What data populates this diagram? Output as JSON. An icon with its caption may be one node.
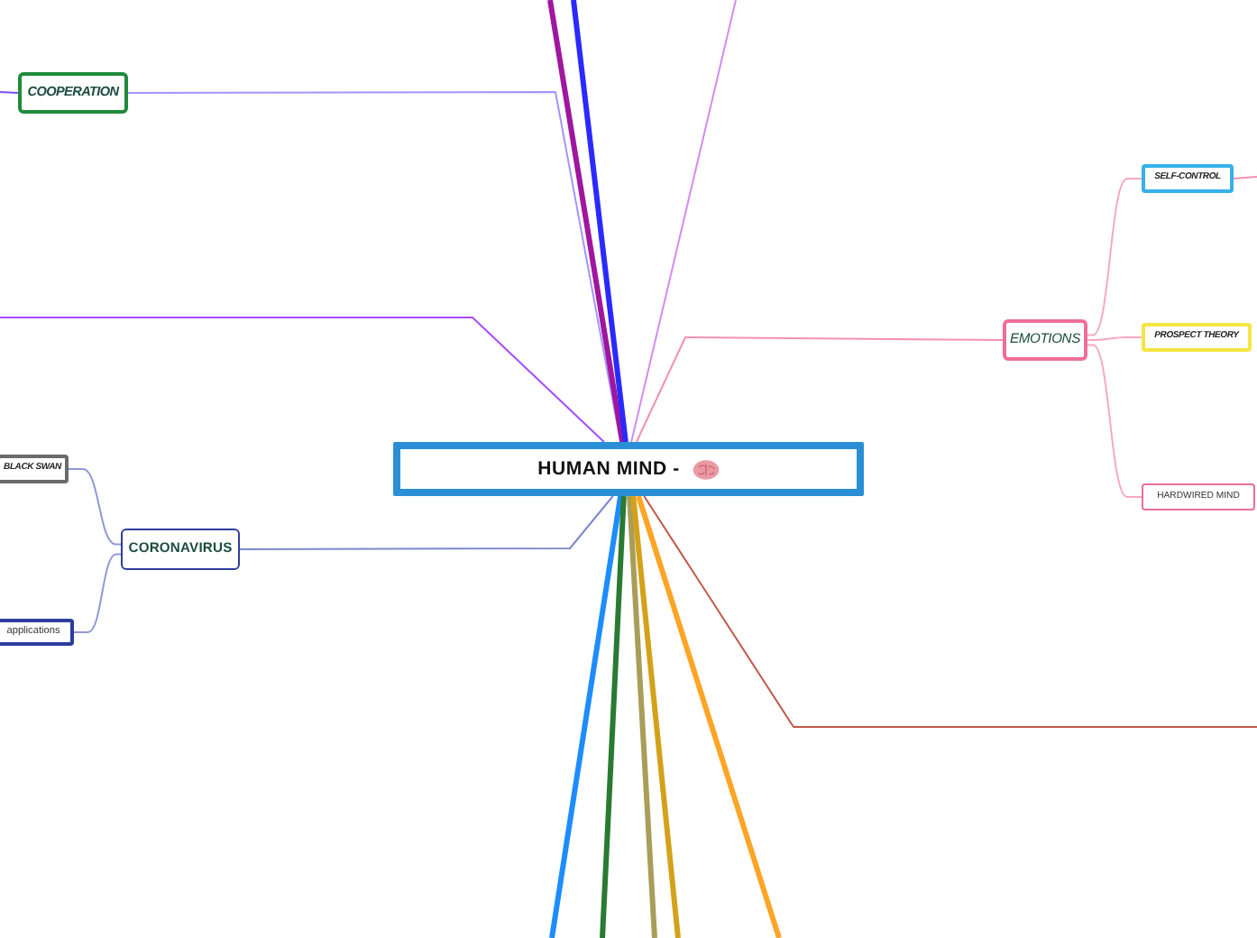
{
  "diagram": {
    "nodes": [
      {
        "text": [
          "HUMAN MIND -"
        ]
      },
      {
        "text": [
          "COOPERATION"
        ]
      },
      {
        "text": [
          "CORONAVIRUS"
        ]
      },
      {
        "text": [
          "BLACK SWAN"
        ]
      },
      {
        "text": [
          "applications"
        ]
      },
      {
        "text": [
          "EMOTIONS"
        ]
      },
      {
        "text": [
          "SELF-CONTROL"
        ]
      },
      {
        "text": [
          "PROSPECT THEORY"
        ]
      },
      {
        "text": [
          "HARDWIRED MIND"
        ]
      }
    ],
    "edges": [
      {
        "from": 0,
        "to": 1,
        "arrow": "none",
        "color": "#a394ff"
      },
      {
        "from": 1,
        "to": null,
        "arrow": "none",
        "color": "#7a4ff0"
      },
      {
        "from": 0,
        "to": null,
        "arrow": "none",
        "style": "thick",
        "color": "#a0169e"
      },
      {
        "from": 0,
        "to": null,
        "arrow": "none",
        "style": "thick",
        "color": "#2a2aff"
      },
      {
        "from": 0,
        "to": null,
        "arrow": "none",
        "color": "#d68af2"
      },
      {
        "from": 0,
        "to": null,
        "arrow": "none",
        "color": "#a64dff"
      },
      {
        "from": 0,
        "to": 5,
        "arrow": "none",
        "color": "#f590b0"
      },
      {
        "from": 5,
        "to": 6,
        "arrow": "none",
        "color": "#f7a8c0"
      },
      {
        "from": 5,
        "to": 7,
        "arrow": "none",
        "color": "#f7a8c0"
      },
      {
        "from": 5,
        "to": 8,
        "arrow": "none",
        "color": "#f7a8c0"
      },
      {
        "from": 6,
        "to": null,
        "arrow": "none",
        "color": "#f590b0"
      },
      {
        "from": 0,
        "to": 2,
        "arrow": "none",
        "color": "#7c88cc"
      },
      {
        "from": 2,
        "to": 3,
        "arrow": "none",
        "color": "#8f9ad6"
      },
      {
        "from": 2,
        "to": 4,
        "arrow": "none",
        "color": "#8f9ad6"
      },
      {
        "from": 0,
        "to": null,
        "arrow": "none",
        "color": "#c2574a"
      },
      {
        "from": 0,
        "to": null,
        "arrow": "none",
        "style": "thick",
        "color": "#1e8cff"
      },
      {
        "from": 0,
        "to": null,
        "arrow": "none",
        "style": "thick",
        "color": "#2a7a32"
      },
      {
        "from": 0,
        "to": null,
        "arrow": "none",
        "style": "thick",
        "color": "#a89e58"
      },
      {
        "from": 0,
        "to": null,
        "arrow": "none",
        "style": "thick",
        "color": "#d4a21a"
      },
      {
        "from": 0,
        "to": null,
        "arrow": "none",
        "style": "thick",
        "color": "#ffa526"
      }
    ]
  }
}
